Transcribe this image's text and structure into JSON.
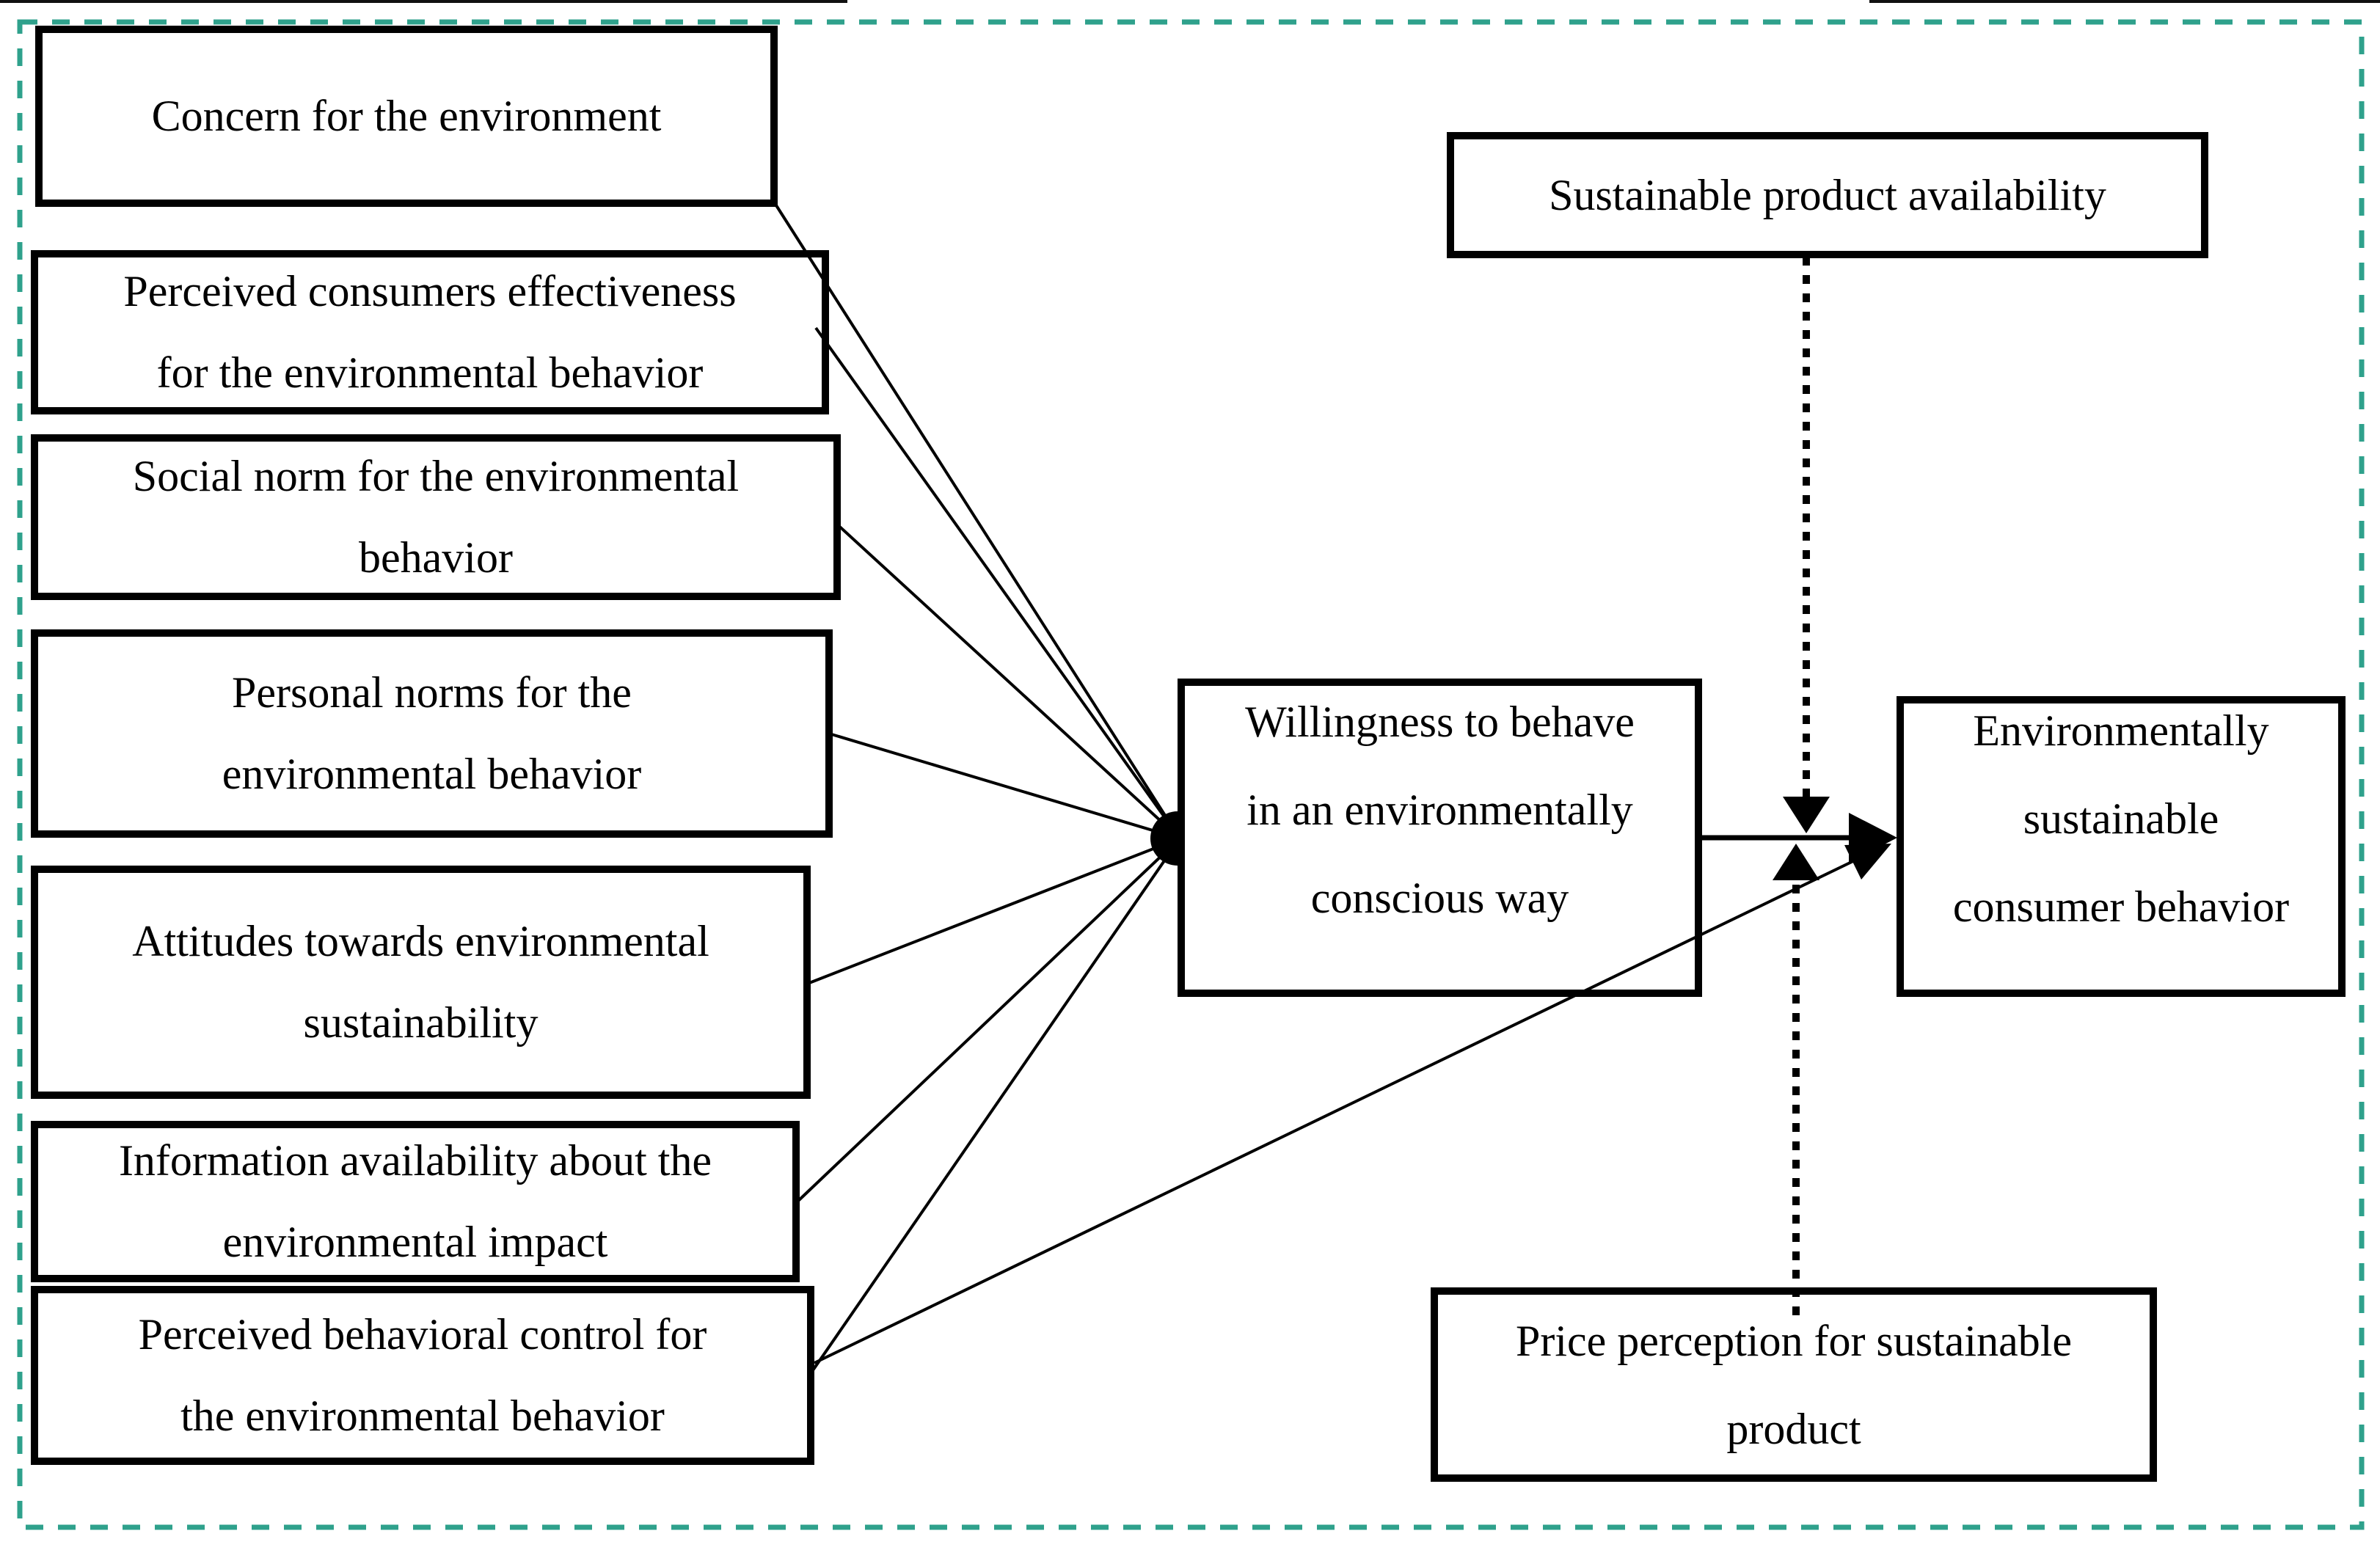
{
  "figure": {
    "frame_color": "#2FA18C",
    "line_color": "#000000",
    "background_color": "#ffffff"
  },
  "boxes": {
    "concern": {
      "label": "Concern for the environment"
    },
    "perceived_effectiveness": {
      "label": "Perceived consumers effectiveness\nfor the environmental behavior"
    },
    "social_norm": {
      "label": "Social norm for the environmental\nbehavior"
    },
    "personal_norms": {
      "label": "Personal norms for the\nenvironmental behavior"
    },
    "attitudes": {
      "label": "Attitudes towards environmental\nsustainability"
    },
    "information_availability": {
      "label": "Information availability about the\nenvironmental impact"
    },
    "perceived_behavioral_control": {
      "label": "Perceived behavioral control for\nthe environmental behavior"
    },
    "willingness": {
      "label": "Willingness to behave\nin an environmentally\nconscious way"
    },
    "sustainable_behavior": {
      "label": "Environmentally\nsustainable\nconsumer behavior"
    },
    "product_availability": {
      "label": "Sustainable product availability"
    },
    "price_perception": {
      "label": "Price perception for sustainable\nproduct"
    }
  }
}
